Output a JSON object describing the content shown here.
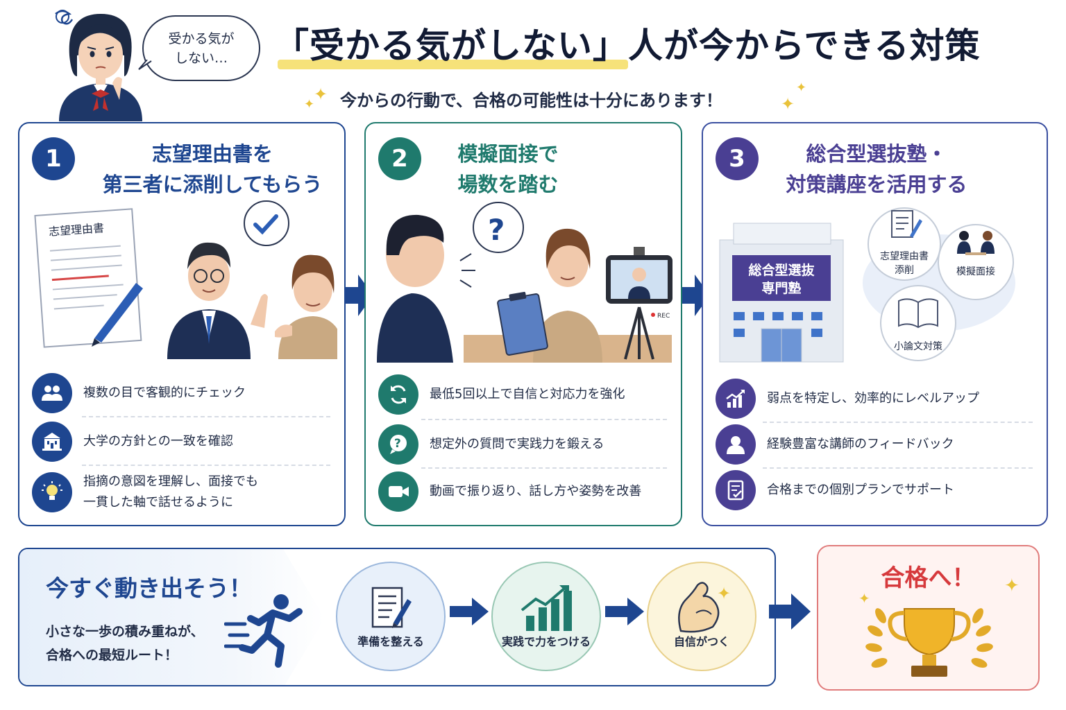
{
  "header": {
    "bubble_line1": "受かる気が",
    "bubble_line2": "しない…",
    "title": "「受かる気がしない」人が今からできる対策",
    "subtitle": "今からの行動で、合格の可能性は十分にあります！"
  },
  "cards": [
    {
      "number": "1",
      "title_line1": "志望理由書を",
      "title_line2": "第三者に添削してもらう",
      "doc_label": "志望理由書",
      "accent": "#1e4690",
      "features": [
        {
          "icon": "people-icon",
          "text": "複数の目で客観的にチェック"
        },
        {
          "icon": "university-icon",
          "text": "大学の方針との一致を確認"
        },
        {
          "icon": "lightbulb-icon",
          "text_line1": "指摘の意図を理解し、面接でも",
          "text_line2": "一貫した軸で話せるように"
        }
      ]
    },
    {
      "number": "2",
      "title_line1": "模擬面接で",
      "title_line2": "場数を踏む",
      "rec_label": "REC",
      "accent": "#1f7a6d",
      "features": [
        {
          "icon": "refresh-icon",
          "text": "最低5回以上で自信と対応力を強化"
        },
        {
          "icon": "question-bubble-icon",
          "text": "想定外の質問で実践力を鍛える"
        },
        {
          "icon": "video-camera-icon",
          "text": "動画で振り返り、話し方や姿勢を改善"
        }
      ]
    },
    {
      "number": "3",
      "title_line1": "総合型選抜塾・",
      "title_line2": "対策講座を活用する",
      "sign_line1": "総合型選抜",
      "sign_line2": "専門塾",
      "bubbles": [
        {
          "line1": "志望理由書",
          "line2": "添削"
        },
        {
          "line1": "模擬面接",
          "line2": ""
        },
        {
          "line1": "小論文対策",
          "line2": ""
        }
      ],
      "accent": "#4a3f93",
      "features": [
        {
          "icon": "growth-chart-icon",
          "text": "弱点を特定し、効率的にレベルアップ"
        },
        {
          "icon": "person-icon",
          "text": "経験豊富な講師のフィードバック"
        },
        {
          "icon": "checklist-icon",
          "text": "合格までの個別プランでサポート"
        }
      ]
    }
  ],
  "bottom": {
    "cta_title": "今すぐ動き出そう！",
    "cta_line1": "小さな一歩の積み重ねが、",
    "cta_line2": "合格への最短ルート！",
    "steps": [
      "準備を整える",
      "実践で力をつける",
      "自信がつく"
    ],
    "goal": "合格へ！"
  },
  "colors": {
    "navy": "#1e4690",
    "teal": "#1f7a6d",
    "purple": "#4a3f93",
    "highlight": "#f6e27a",
    "goal_red": "#d6393c"
  }
}
